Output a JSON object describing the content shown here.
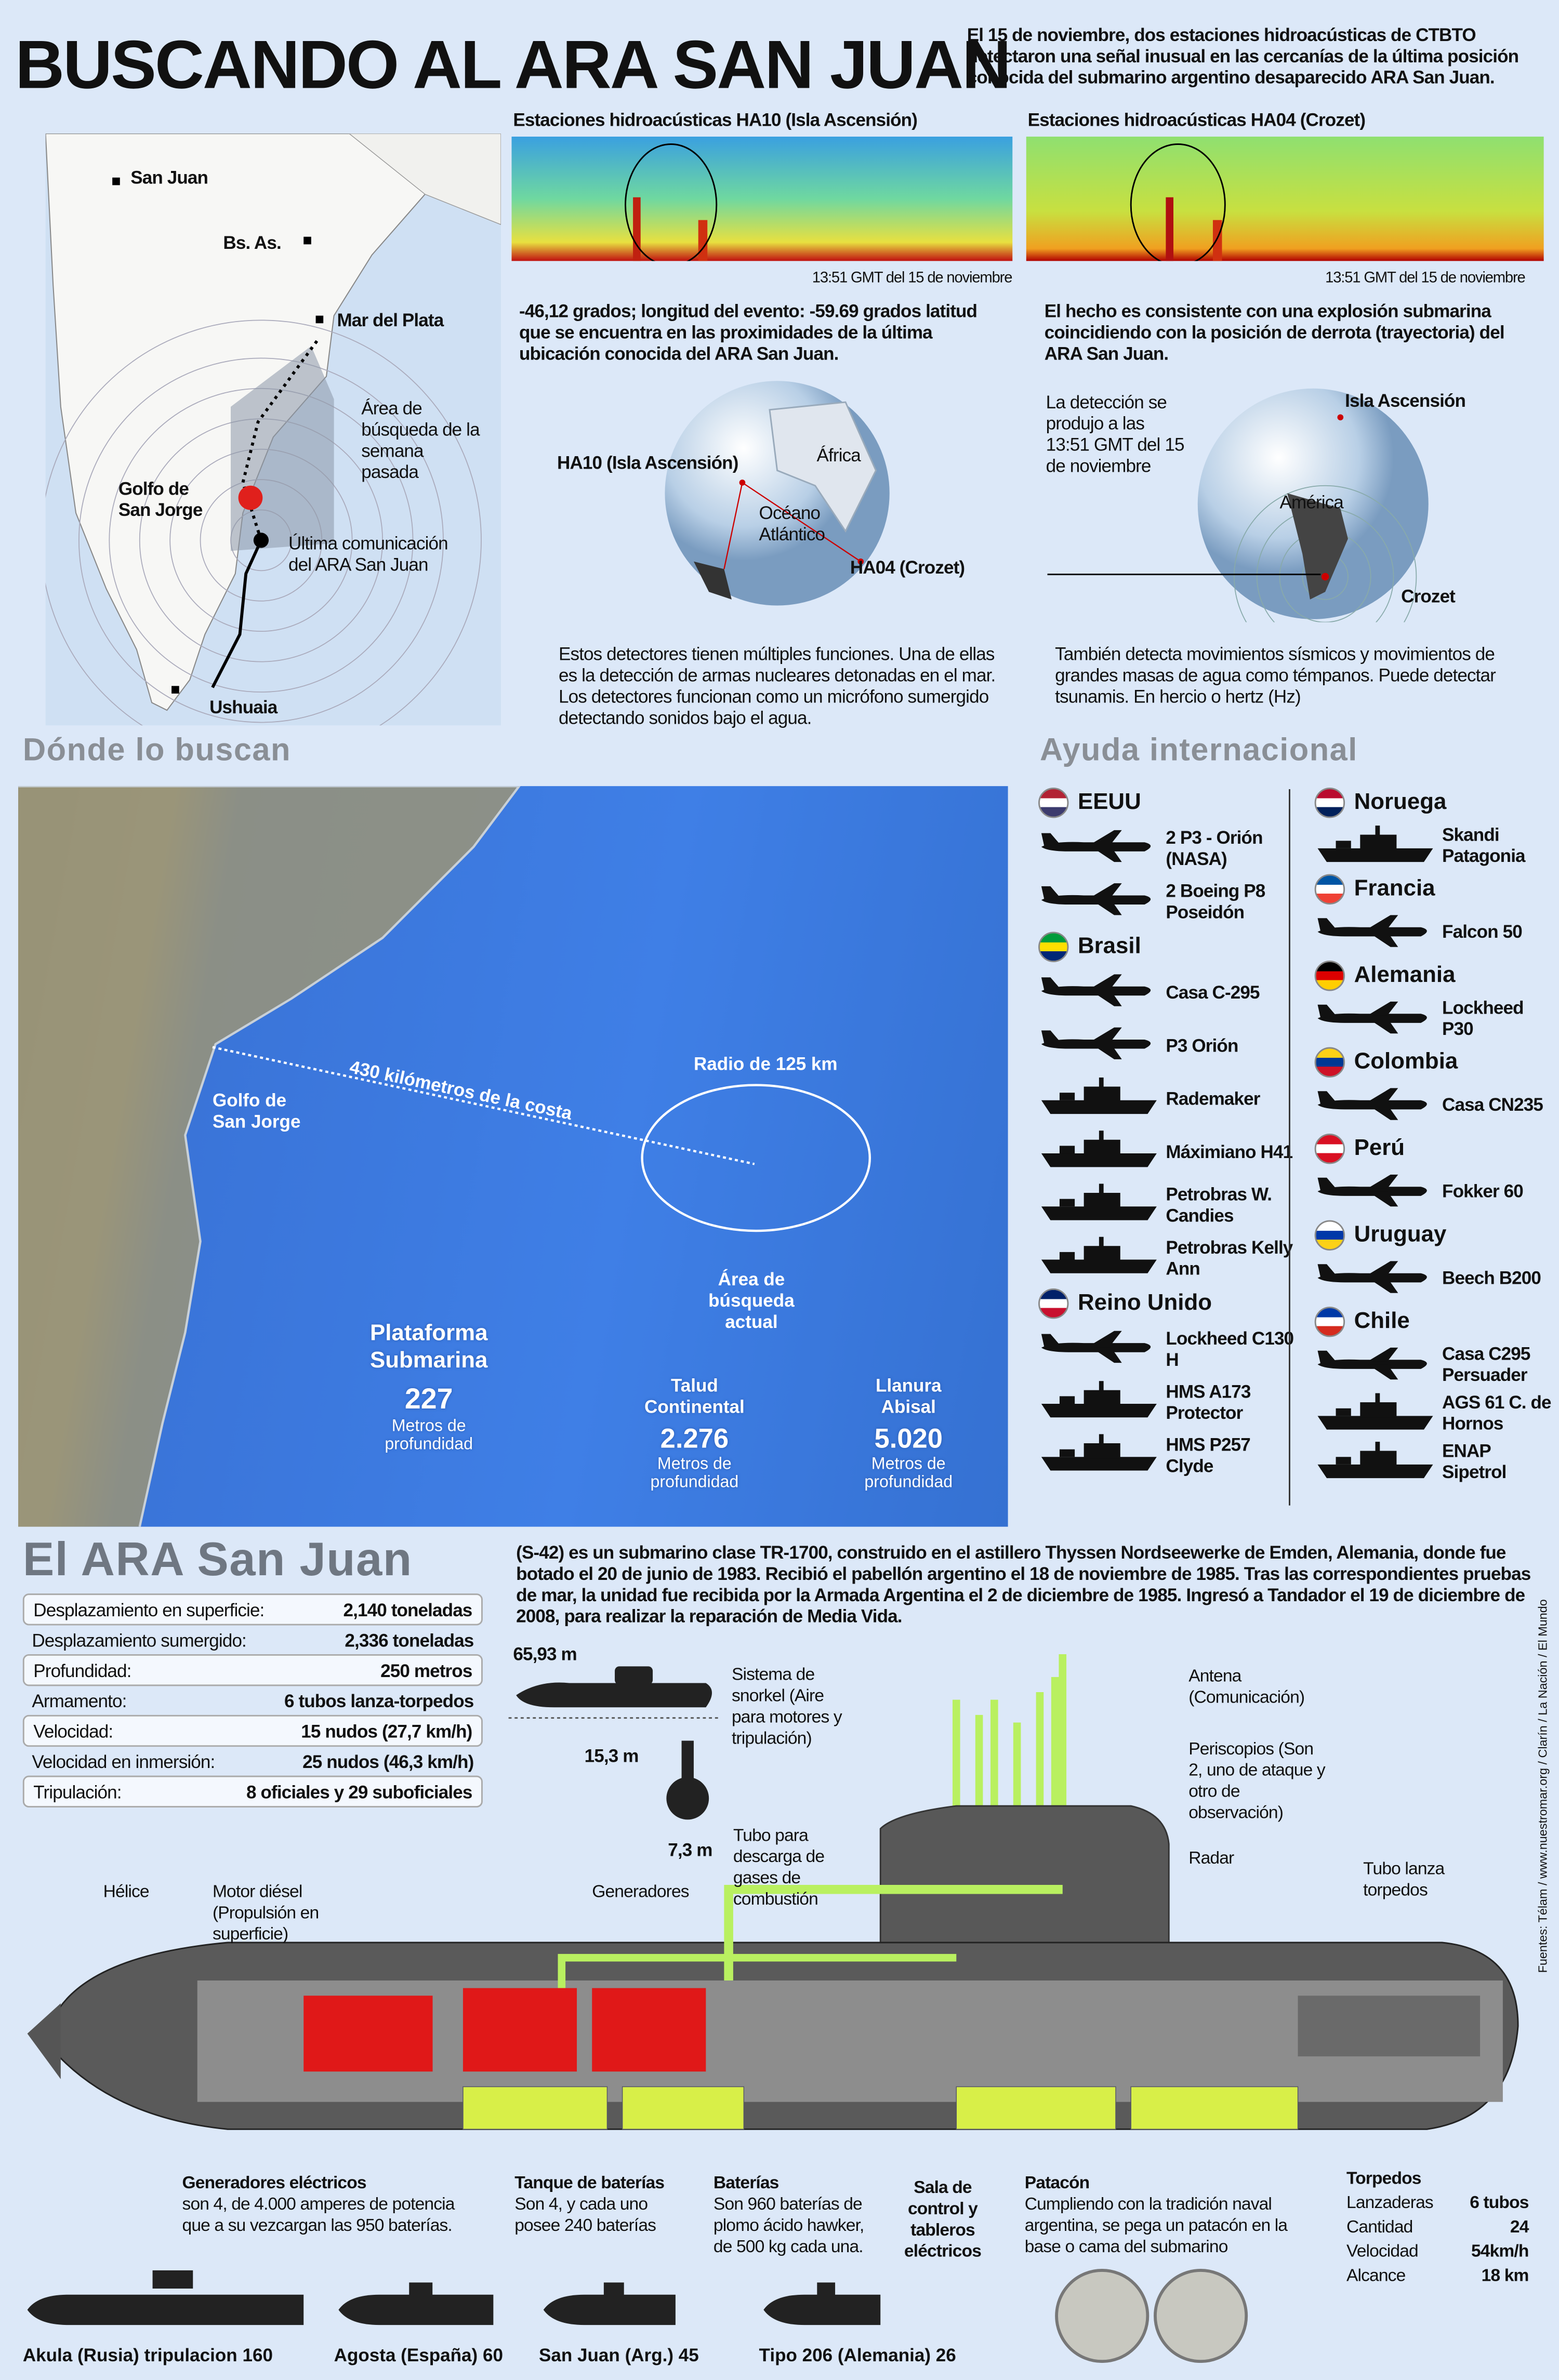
{
  "header": {
    "title": "BUSCANDO AL ARA SAN JUAN",
    "intro": "El 15 de noviembre, dos estaciones hidroacústicas de CTBTO detectaron una señal inusual en las cercanías de la última posición conocida del submarino argentino desaparecido ARA San Juan."
  },
  "map": {
    "san_juan": "San Juan",
    "bs_as": "Bs. As.",
    "mar_del_plata": "Mar del Plata",
    "search_area": "Área de búsqueda de la semana pasada",
    "golfo": "Golfo de San Jorge",
    "last_comm": "Última comunicación del ARA San Juan",
    "ushuaia": "Ushuaia"
  },
  "stations": [
    {
      "title": "Estaciones hidroacústicas HA10 (Isla Ascensión)",
      "timestamp": "13:51 GMT del 15 de noviembre",
      "caption": "-46,12 grados; longitud del evento: -59.69 grados latitud que se encuentra en las proximidades de la última ubicación conocida del ARA San Juan.",
      "globe_labels": [
        "HA10 (Isla Ascensión)",
        "África",
        "Océano Atlántico",
        "HA04 (Crozet)"
      ],
      "footer": "Estos detectores tienen múltiples funciones. Una de ellas es la detección de armas nucleares detonadas en el mar. Los detectores funcionan como un micrófono sumergido detectando sonidos bajo el agua."
    },
    {
      "title": "Estaciones hidroacústicas HA04 (Crozet)",
      "timestamp": "13:51 GMT del 15 de noviembre",
      "caption": "El hecho es consistente con una explosión submarina coincidiendo con la posición de derrota (trayectoria) del ARA San Juan.",
      "globe_labels": [
        "La detección se produjo a las 13:51 GMT del 15 de noviembre",
        "Isla Ascensión",
        "América",
        "Crozet"
      ],
      "footer": "También detecta movimientos sísmicos y movimientos de grandes masas de agua como témpanos. Puede detectar tsunamis. En hercio o hertz (Hz)"
    }
  ],
  "where": {
    "heading": "Dónde lo buscan",
    "distance": "430 kilómetros de la costa",
    "radius": "Radio de 125 km",
    "golfo": "Golfo de San Jorge",
    "area": "Área de búsqueda actual",
    "zones": [
      {
        "name": "Plataforma Submarina",
        "depth": "227",
        "unit": "Metros de profundidad"
      },
      {
        "name": "Talud Continental",
        "depth": "2.276",
        "unit": "Metros de profundidad"
      },
      {
        "name": "Llanura Abisal",
        "depth": "5.020",
        "unit": "Metros de profundidad"
      }
    ]
  },
  "aid": {
    "heading": "Ayuda internacional",
    "left": [
      {
        "country": "EEUU",
        "colors": [
          "#b22234",
          "#ffffff",
          "#3c3b6e"
        ],
        "items": [
          {
            "label": "2 P3 - Orión (NASA)",
            "icon": "plane"
          },
          {
            "label": "2 Boeing P8 Poseidón",
            "icon": "plane"
          }
        ]
      },
      {
        "country": "Brasil",
        "colors": [
          "#009c3b",
          "#ffdf00",
          "#002776"
        ],
        "items": [
          {
            "label": "Casa C-295",
            "icon": "plane"
          },
          {
            "label": "P3 Orión",
            "icon": "plane"
          },
          {
            "label": "Rademaker",
            "icon": "ship"
          },
          {
            "label": "Máximiano H41",
            "icon": "ship"
          },
          {
            "label": "Petrobras W. Candies",
            "icon": "ship"
          },
          {
            "label": "Petrobras Kelly Ann",
            "icon": "ship"
          }
        ]
      },
      {
        "country": "Reino Unido",
        "colors": [
          "#012169",
          "#ffffff",
          "#c8102e"
        ],
        "items": [
          {
            "label": "Lockheed C130 H",
            "icon": "plane"
          },
          {
            "label": "HMS A173 Protector",
            "icon": "ship"
          },
          {
            "label": "HMS P257 Clyde",
            "icon": "ship"
          }
        ]
      }
    ],
    "right": [
      {
        "country": "Noruega",
        "colors": [
          "#ba0c2f",
          "#ffffff",
          "#00205b"
        ],
        "items": [
          {
            "label": "Skandi Patagonia",
            "icon": "ship"
          }
        ]
      },
      {
        "country": "Francia",
        "colors": [
          "#0055a4",
          "#ffffff",
          "#ef4135"
        ],
        "items": [
          {
            "label": "Falcon 50",
            "icon": "plane"
          }
        ]
      },
      {
        "country": "Alemania",
        "colors": [
          "#000000",
          "#dd0000",
          "#ffce00"
        ],
        "items": [
          {
            "label": "Lockheed P30",
            "icon": "plane"
          }
        ]
      },
      {
        "country": "Colombia",
        "colors": [
          "#fcd116",
          "#003893",
          "#ce1126"
        ],
        "items": [
          {
            "label": "Casa CN235",
            "icon": "plane"
          }
        ]
      },
      {
        "country": "Perú",
        "colors": [
          "#d91023",
          "#ffffff",
          "#d91023"
        ],
        "items": [
          {
            "label": "Fokker 60",
            "icon": "plane"
          }
        ]
      },
      {
        "country": "Uruguay",
        "colors": [
          "#ffffff",
          "#0038a8",
          "#fcd116"
        ],
        "items": [
          {
            "label": "Beech B200",
            "icon": "plane"
          }
        ]
      },
      {
        "country": "Chile",
        "colors": [
          "#0039a6",
          "#ffffff",
          "#d52b1e"
        ],
        "items": [
          {
            "label": "Casa C295 Persuader",
            "icon": "plane"
          },
          {
            "label": "AGS 61 C. de Hornos",
            "icon": "ship"
          },
          {
            "label": "ENAP Sipetrol",
            "icon": "ship"
          }
        ]
      }
    ]
  },
  "sub": {
    "heading": "El ARA San Juan",
    "description": "(S-42) es un submarino clase TR-1700, construido en el astillero Thyssen Nordseewerke de Emden, Alemania, donde fue botado el 20 de junio de 1983. Recibió el pabellón argentino el 18 de noviembre de 1985. Tras las correspondientes pruebas de mar, la unidad fue recibida por la Armada Argentina el 2 de diciembre de 1985. Ingresó a Tandador el 19 de diciembre de 2008, para realizar la reparación de Media Vida.",
    "specs": [
      [
        "Desplazamiento en superficie:",
        "2,140 toneladas"
      ],
      [
        "Desplazamiento sumergido:",
        "2,336 toneladas"
      ],
      [
        "Profundidad:",
        "250 metros"
      ],
      [
        "Armamento:",
        "6 tubos lanza-torpedos"
      ],
      [
        "Velocidad:",
        "15 nudos (27,7 km/h)"
      ],
      [
        "Velocidad en inmersión:",
        "25 nudos (46,3 km/h)"
      ],
      [
        "Tripulación:",
        "8 oficiales y 29 suboficiales"
      ]
    ],
    "dims": {
      "length": "65,93 m",
      "height": "15,3 m",
      "beam": "7,3 m"
    },
    "labels": {
      "snorkel": "Sistema de snorkel (Aire para motores y tripulación)",
      "exhaust": "Tubo para descarga de gases de combustión",
      "antenna": "Antena (Comunicación)",
      "periscopes": "Periscopios (Son 2, uno de ataque y otro de observación)",
      "radar": "Radar",
      "torpedo_tube": "Tubo lanza torpedos",
      "propeller": "Hélice",
      "diesel": "Motor diésel (Propulsión en superficie)",
      "generators": "Generadores"
    },
    "bottom": {
      "gen_title": "Generadores eléctricos",
      "gen_text": "son 4, de 4.000 amperes de potencia que a su vezcargan las 950 baterías.",
      "tank_title": "Tanque de baterías",
      "tank_text": "Son 4, y cada uno posee 240 baterías",
      "bat_title": "Baterías",
      "bat_text": "Son 960 baterías de plomo ácido hawker, de 500 kg cada una.",
      "control": "Sala de control y tableros eléctricos",
      "patacon_title": "Patacón",
      "patacon_text": "Cumpliendo con la tradición naval argentina, se pega un patacón en la base o cama del submarino"
    },
    "torpedos": {
      "title": "Torpedos",
      "rows": [
        [
          "Lanzaderas",
          "6 tubos"
        ],
        [
          "Cantidad",
          "24"
        ],
        [
          "Velocidad",
          "54km/h"
        ],
        [
          "Alcance",
          "18 km"
        ]
      ]
    },
    "comparison": [
      "Akula (Rusia) tripulacion 160",
      "Agosta (España) 60",
      "San Juan (Arg.) 45",
      "Tipo 206 (Alemania) 26"
    ]
  },
  "sources": "Fuentes: Télam / www.nuestromar.org / Clarín / La Nación / El Mundo"
}
